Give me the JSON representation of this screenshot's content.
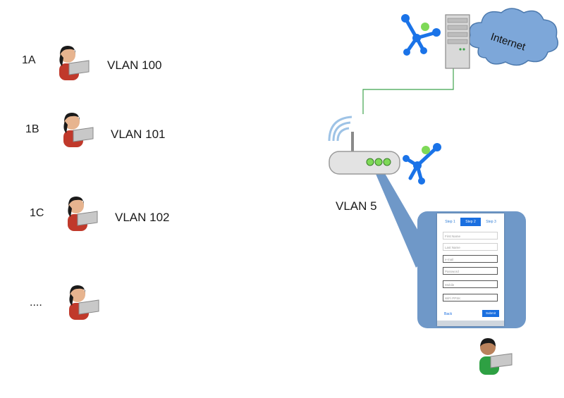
{
  "clients": [
    {
      "id": "1A",
      "vlan": "VLAN 100"
    },
    {
      "id": "1B",
      "vlan": "VLAN 101"
    },
    {
      "id": "1C",
      "vlan": "VLAN 102"
    },
    {
      "id": "....",
      "vlan": ""
    }
  ],
  "router": {
    "vlan": "VLAN 5"
  },
  "cloud": {
    "label": "Internet"
  },
  "portal_form": {
    "steps": [
      "Step 1",
      "Step 2",
      "Step 3"
    ],
    "active_step": "Step 2",
    "fields": [
      "First Name",
      "Last Name",
      "e-mail",
      "Password",
      "Mobile",
      "WiFi PPSK"
    ],
    "back_label": "Back",
    "submit_label": "Submit"
  },
  "colors": {
    "client_shirt": "#c0392b",
    "portal_user_shirt": "#2ea043",
    "link_line": "#3fa34d",
    "callout": "#6f98c8",
    "button_blue": "#1a6fe0",
    "network_icon": "#1a73e8"
  }
}
